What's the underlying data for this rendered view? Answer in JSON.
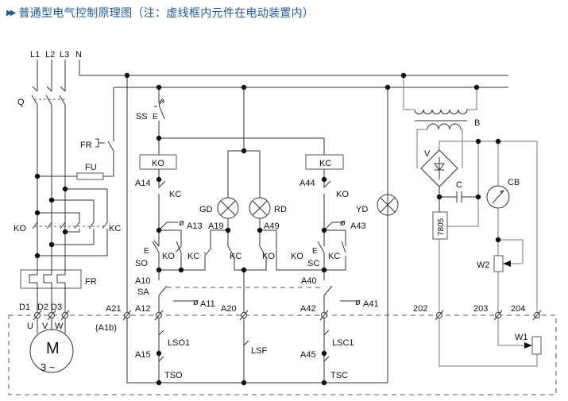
{
  "title": {
    "icon": "double-chevron-right-icon",
    "text": "普通型电气控制原理图（注：虚线框内元件在电动装置内）",
    "color": "#1d5a9c"
  },
  "labels": {
    "L1": "L1",
    "L2": "L2",
    "L3": "L3",
    "N": "N",
    "Q": "Q",
    "FR_contact": "FR",
    "FU": "FU",
    "KO_main": "KO",
    "KC_main": "KC",
    "FR_relay": "FR",
    "D1": "D1",
    "D2": "D2",
    "D3": "D3",
    "U": "U",
    "V_terminal": "V",
    "W": "W",
    "motor_M": "M",
    "motor_phase": "3 ~",
    "A21": "A21",
    "A1b": "(A1b)",
    "SS": "SS",
    "SS_E": "E",
    "KO_coil": "KO",
    "A14": "A14",
    "KC_nc1": "KC",
    "A13": "A13",
    "SO_E": "E",
    "SO": "SO",
    "KO_aux1": "KO",
    "KC_aux1": "KC",
    "A10": "A10",
    "SA": "SA",
    "A11": "A11",
    "A12": "A12",
    "LSO1": "LSO1",
    "A15": "A15",
    "TSO": "TSO",
    "GD": "GD",
    "RD": "RD",
    "A19": "A19",
    "A49": "A49",
    "KC_aux2": "KC",
    "KO_aux2": "KO",
    "A20": "A20",
    "LSF": "LSF",
    "KC_coil": "KC",
    "A44": "A44",
    "KO_nc1": "KO",
    "A43": "A43",
    "KO_aux3": "KO",
    "SC_E": "E",
    "SC": "SC",
    "KC_aux3": "KC",
    "A40": "A40",
    "A41": "A41",
    "A42": "A42",
    "LSC1": "LSC1",
    "A45": "A45",
    "TSC": "TSC",
    "YD": "YD",
    "B": "B",
    "V_bridge": "V",
    "C": "C",
    "regulator": "7805",
    "CB": "CB",
    "W2": "W2",
    "W1": "W1",
    "t202": "202",
    "t203": "203",
    "t204": "204"
  },
  "colors": {
    "wire": "#333333",
    "title": "#1d5a9c"
  }
}
